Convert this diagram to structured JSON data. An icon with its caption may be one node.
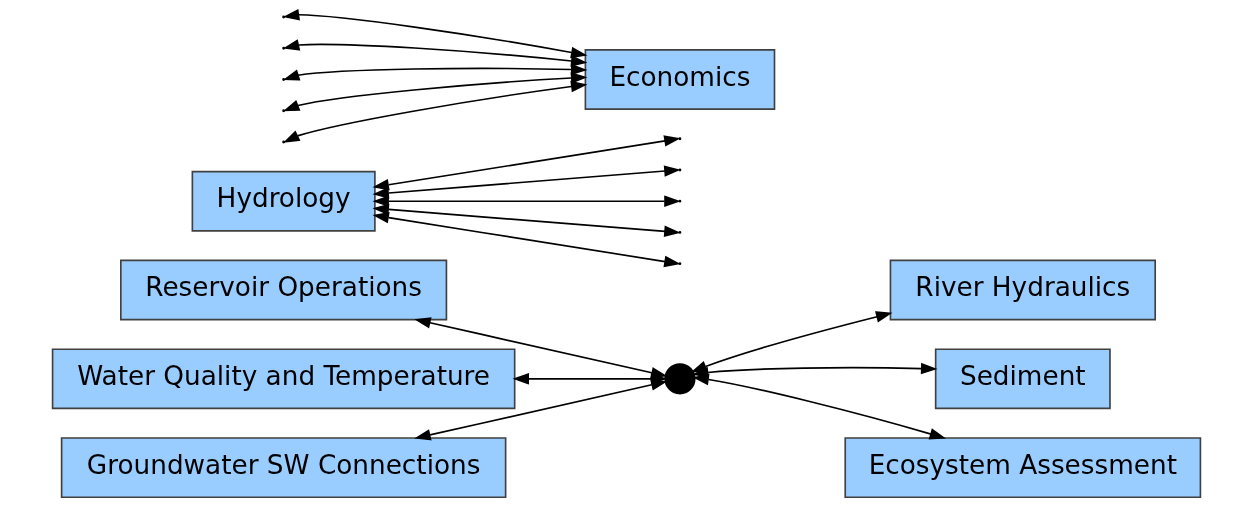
{
  "diagram": {
    "nodes": [
      {
        "text": [
          "Reservoir Operations"
        ]
      },
      {
        "text": [
          "River Hydraulics"
        ]
      },
      {
        "text": [
          "Hydrology"
        ]
      },
      {
        "text": [
          "Water Quality and Temperature"
        ]
      },
      {
        "text": [],
        "shape": "circle"
      },
      {
        "text": [
          "Sediment"
        ]
      },
      {
        "text": [
          "Economics"
        ]
      },
      {
        "text": [
          "Groundwater SW Connections"
        ]
      },
      {
        "text": [
          "Ecosystem Assessment"
        ]
      }
    ],
    "edges": [
      {
        "from": 0,
        "to": 4,
        "arrow": "both"
      },
      {
        "from": 1,
        "to": 4,
        "arrow": "both"
      },
      {
        "from": 3,
        "to": 4,
        "arrow": "both"
      },
      {
        "from": 5,
        "to": 4,
        "arrow": "both"
      },
      {
        "from": 7,
        "to": 4,
        "arrow": "both"
      },
      {
        "from": 8,
        "to": 4,
        "arrow": "both"
      },
      {
        "from": 2,
        "to": null,
        "arrow": "both"
      },
      {
        "from": 2,
        "to": null,
        "arrow": "both"
      },
      {
        "from": 2,
        "to": null,
        "arrow": "both"
      },
      {
        "from": 2,
        "to": null,
        "arrow": "both"
      },
      {
        "from": 2,
        "to": null,
        "arrow": "both"
      },
      {
        "from": 6,
        "to": null,
        "arrow": "both"
      },
      {
        "from": 6,
        "to": null,
        "arrow": "both"
      },
      {
        "from": 6,
        "to": null,
        "arrow": "both"
      },
      {
        "from": 6,
        "to": null,
        "arrow": "both"
      },
      {
        "from": 6,
        "to": null,
        "arrow": "both"
      }
    ]
  }
}
